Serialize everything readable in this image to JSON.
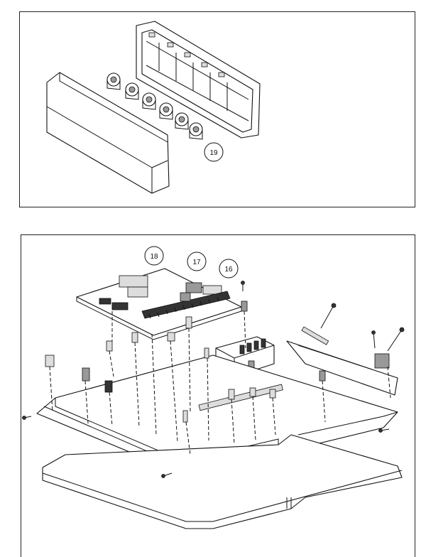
{
  "diagram": {
    "top_panel": {
      "callouts": [
        {
          "label": "19"
        }
      ]
    },
    "bottom_panel": {
      "callouts": [
        {
          "label": "18"
        },
        {
          "label": "17"
        },
        {
          "label": "16"
        }
      ]
    }
  }
}
